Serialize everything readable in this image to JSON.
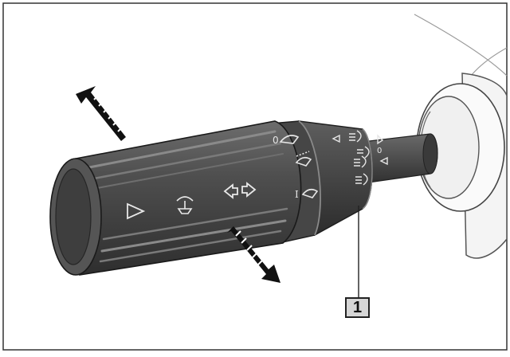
{
  "callout": {
    "label": "1"
  },
  "lever": {
    "body_color": "#4a4a4a",
    "ring_color": "#3c3c3c",
    "highlight_color": "#8a8a8a",
    "shadow_color": "#222222"
  },
  "symbols": {
    "position_zero": "0",
    "position_one": "I",
    "ring_zero": "0",
    "icons": [
      "play-triangle-icon",
      "washer-wiper-icon",
      "turn-signal-arrows-icon",
      "wiper-off-icon",
      "wiper-interval-icon",
      "wiper-continuous-icon",
      "headlight-icons"
    ]
  },
  "arrows": {
    "color": "#111111"
  }
}
